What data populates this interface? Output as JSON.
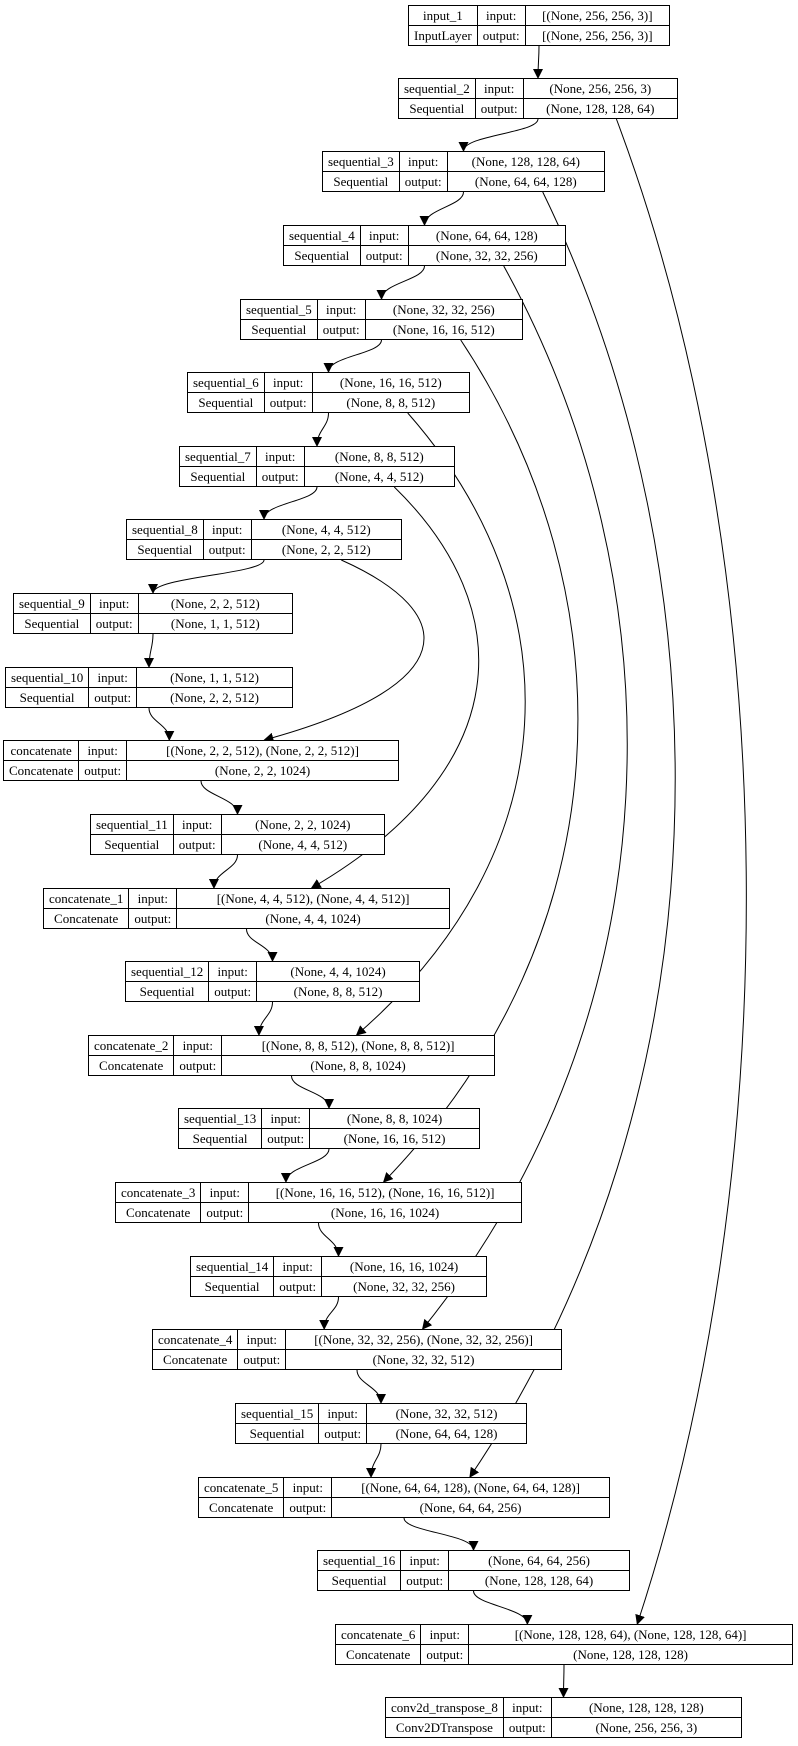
{
  "diagram_type": "keras-model-plot",
  "colors": {
    "background": "#ffffff",
    "node_border": "#000000",
    "node_fill": "#ffffff",
    "text": "#000000",
    "edge": "#000000"
  },
  "labels": {
    "input": "input:",
    "output": "output:"
  },
  "nodes": [
    {
      "name": "input_1",
      "type": "InputLayer",
      "input_shape": "[(None, 256, 256, 3)]",
      "output_shape": "[(None, 256, 256, 3)]"
    },
    {
      "name": "sequential_2",
      "type": "Sequential",
      "input_shape": "(None, 256, 256, 3)",
      "output_shape": "(None, 128, 128, 64)"
    },
    {
      "name": "sequential_3",
      "type": "Sequential",
      "input_shape": "(None, 128, 128, 64)",
      "output_shape": "(None, 64, 64, 128)"
    },
    {
      "name": "sequential_4",
      "type": "Sequential",
      "input_shape": "(None, 64, 64, 128)",
      "output_shape": "(None, 32, 32, 256)"
    },
    {
      "name": "sequential_5",
      "type": "Sequential",
      "input_shape": "(None, 32, 32, 256)",
      "output_shape": "(None, 16, 16, 512)"
    },
    {
      "name": "sequential_6",
      "type": "Sequential",
      "input_shape": "(None, 16, 16, 512)",
      "output_shape": "(None, 8, 8, 512)"
    },
    {
      "name": "sequential_7",
      "type": "Sequential",
      "input_shape": "(None, 8, 8, 512)",
      "output_shape": "(None, 4, 4, 512)"
    },
    {
      "name": "sequential_8",
      "type": "Sequential",
      "input_shape": "(None, 4, 4, 512)",
      "output_shape": "(None, 2, 2, 512)"
    },
    {
      "name": "sequential_9",
      "type": "Sequential",
      "input_shape": "(None, 2, 2, 512)",
      "output_shape": "(None, 1, 1, 512)"
    },
    {
      "name": "sequential_10",
      "type": "Sequential",
      "input_shape": "(None, 1, 1, 512)",
      "output_shape": "(None, 2, 2, 512)"
    },
    {
      "name": "concatenate",
      "type": "Concatenate",
      "input_shape": "[(None, 2, 2, 512), (None, 2, 2, 512)]",
      "output_shape": "(None, 2, 2, 1024)"
    },
    {
      "name": "sequential_11",
      "type": "Sequential",
      "input_shape": "(None, 2, 2, 1024)",
      "output_shape": "(None, 4, 4, 512)"
    },
    {
      "name": "concatenate_1",
      "type": "Concatenate",
      "input_shape": "[(None, 4, 4, 512), (None, 4, 4, 512)]",
      "output_shape": "(None, 4, 4, 1024)"
    },
    {
      "name": "sequential_12",
      "type": "Sequential",
      "input_shape": "(None, 4, 4, 1024)",
      "output_shape": "(None, 8, 8, 512)"
    },
    {
      "name": "concatenate_2",
      "type": "Concatenate",
      "input_shape": "[(None, 8, 8, 512), (None, 8, 8, 512)]",
      "output_shape": "(None, 8, 8, 1024)"
    },
    {
      "name": "sequential_13",
      "type": "Sequential",
      "input_shape": "(None, 8, 8, 1024)",
      "output_shape": "(None, 16, 16, 512)"
    },
    {
      "name": "concatenate_3",
      "type": "Concatenate",
      "input_shape": "[(None, 16, 16, 512), (None, 16, 16, 512)]",
      "output_shape": "(None, 16, 16, 1024)"
    },
    {
      "name": "sequential_14",
      "type": "Sequential",
      "input_shape": "(None, 16, 16, 1024)",
      "output_shape": "(None, 32, 32, 256)"
    },
    {
      "name": "concatenate_4",
      "type": "Concatenate",
      "input_shape": "[(None, 32, 32, 256), (None, 32, 32, 256)]",
      "output_shape": "(None, 32, 32, 512)"
    },
    {
      "name": "sequential_15",
      "type": "Sequential",
      "input_shape": "(None, 32, 32, 512)",
      "output_shape": "(None, 64, 64, 128)"
    },
    {
      "name": "concatenate_5",
      "type": "Concatenate",
      "input_shape": "[(None, 64, 64, 128), (None, 64, 64, 128)]",
      "output_shape": "(None, 64, 64, 256)"
    },
    {
      "name": "sequential_16",
      "type": "Sequential",
      "input_shape": "(None, 64, 64, 256)",
      "output_shape": "(None, 128, 128, 64)"
    },
    {
      "name": "concatenate_6",
      "type": "Concatenate",
      "input_shape": "[(None, 128, 128, 64), (None, 128, 128, 64)]",
      "output_shape": "(None, 128, 128, 128)"
    },
    {
      "name": "conv2d_transpose_8",
      "type": "Conv2DTranspose",
      "input_shape": "(None, 128, 128, 128)",
      "output_shape": "(None, 256, 256, 3)"
    }
  ],
  "edges": [
    {
      "from": "input_1",
      "to": "sequential_2",
      "kind": "flow"
    },
    {
      "from": "sequential_2",
      "to": "sequential_3",
      "kind": "flow"
    },
    {
      "from": "sequential_3",
      "to": "sequential_4",
      "kind": "flow"
    },
    {
      "from": "sequential_4",
      "to": "sequential_5",
      "kind": "flow"
    },
    {
      "from": "sequential_5",
      "to": "sequential_6",
      "kind": "flow"
    },
    {
      "from": "sequential_6",
      "to": "sequential_7",
      "kind": "flow"
    },
    {
      "from": "sequential_7",
      "to": "sequential_8",
      "kind": "flow"
    },
    {
      "from": "sequential_8",
      "to": "sequential_9",
      "kind": "flow"
    },
    {
      "from": "sequential_9",
      "to": "sequential_10",
      "kind": "flow"
    },
    {
      "from": "sequential_10",
      "to": "concatenate",
      "kind": "flow"
    },
    {
      "from": "sequential_8",
      "to": "concatenate",
      "kind": "skip"
    },
    {
      "from": "concatenate",
      "to": "sequential_11",
      "kind": "flow"
    },
    {
      "from": "sequential_11",
      "to": "concatenate_1",
      "kind": "flow"
    },
    {
      "from": "sequential_7",
      "to": "concatenate_1",
      "kind": "skip"
    },
    {
      "from": "concatenate_1",
      "to": "sequential_12",
      "kind": "flow"
    },
    {
      "from": "sequential_12",
      "to": "concatenate_2",
      "kind": "flow"
    },
    {
      "from": "sequential_6",
      "to": "concatenate_2",
      "kind": "skip"
    },
    {
      "from": "concatenate_2",
      "to": "sequential_13",
      "kind": "flow"
    },
    {
      "from": "sequential_13",
      "to": "concatenate_3",
      "kind": "flow"
    },
    {
      "from": "sequential_5",
      "to": "concatenate_3",
      "kind": "skip"
    },
    {
      "from": "concatenate_3",
      "to": "sequential_14",
      "kind": "flow"
    },
    {
      "from": "sequential_14",
      "to": "concatenate_4",
      "kind": "flow"
    },
    {
      "from": "sequential_4",
      "to": "concatenate_4",
      "kind": "skip"
    },
    {
      "from": "concatenate_4",
      "to": "sequential_15",
      "kind": "flow"
    },
    {
      "from": "sequential_15",
      "to": "concatenate_5",
      "kind": "flow"
    },
    {
      "from": "sequential_3",
      "to": "concatenate_5",
      "kind": "skip"
    },
    {
      "from": "concatenate_5",
      "to": "sequential_16",
      "kind": "flow"
    },
    {
      "from": "sequential_16",
      "to": "concatenate_6",
      "kind": "flow"
    },
    {
      "from": "sequential_2",
      "to": "concatenate_6",
      "kind": "skip"
    },
    {
      "from": "concatenate_6",
      "to": "conv2d_transpose_8",
      "kind": "flow"
    }
  ]
}
